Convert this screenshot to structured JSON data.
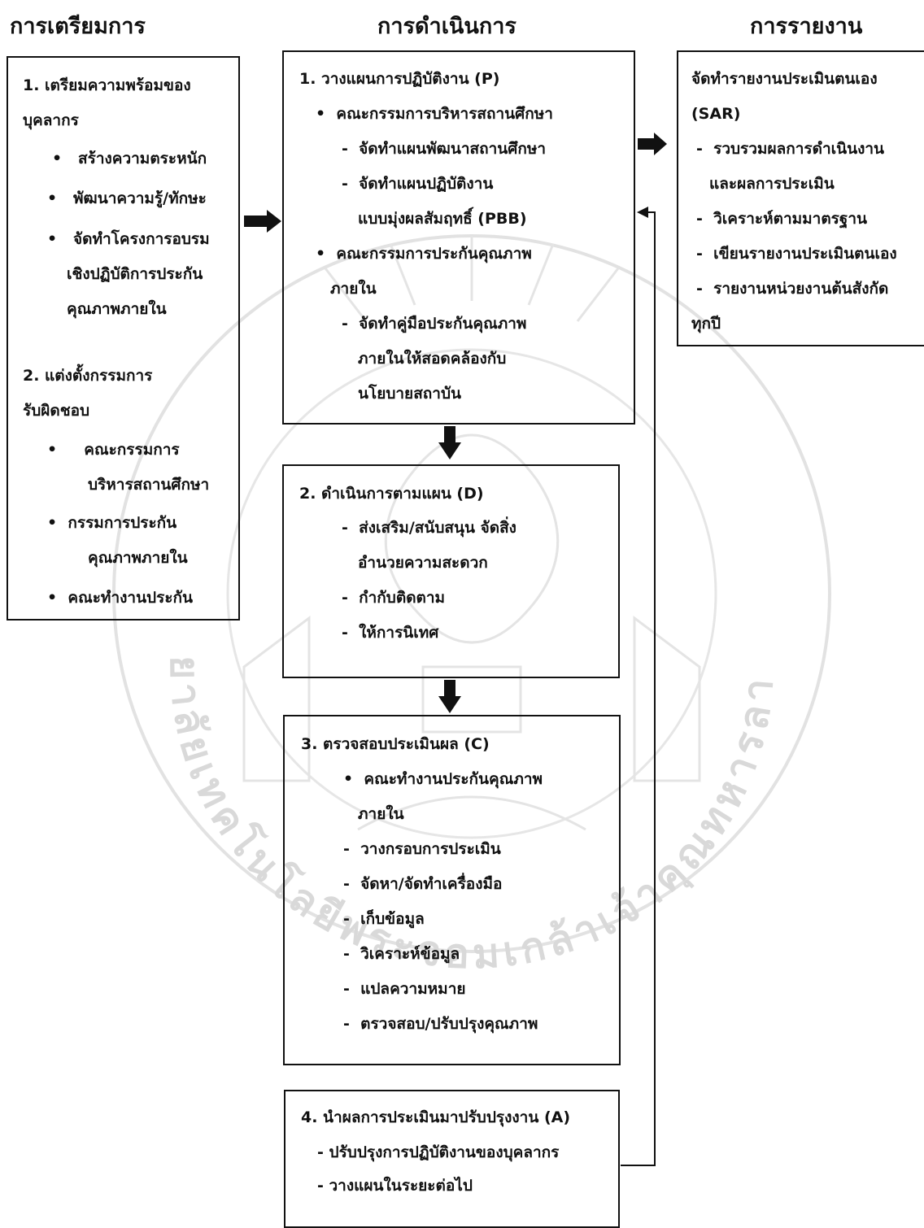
{
  "headers": {
    "preparation": "การเตรียมการ",
    "operation": "การดำเนินการ",
    "reporting": "การรายงาน"
  },
  "prep_box": {
    "lines": [
      "1. เตรียมความพร้อมของ",
      "บุคลากร",
      "สร้างความตระหนัก",
      "พัฒนาความรู้/ทักษะ",
      "จัดทำโครงการอบรม",
      "เชิงปฏิบัติการประกัน",
      "คุณภาพภายใน",
      "2. แต่งตั้งกรรมการ",
      "รับผิดชอบ",
      "คณะกรรมการ",
      "บริหารสถานศึกษา",
      "กรรมการประกัน",
      "คุณภาพภายใน",
      "คณะทำงานประกัน"
    ]
  },
  "plan_box": {
    "lines": [
      "1. วางแผนการปฏิบัติงาน (P)",
      "คณะกรรมการบริหารสถานศึกษา",
      "จัดทำแผนพัฒนาสถานศึกษา",
      "จัดทำแผนปฏิบัติงาน",
      "แบบมุ่งผลสัมฤทธิ์ (PBB)",
      "คณะกรรมการประกันคุณภาพ",
      "ภายใน",
      "จัดทำคู่มือประกันคุณภาพ",
      "ภายในให้สอดคล้องกับ",
      "นโยบายสถาบัน"
    ]
  },
  "do_box": {
    "lines": [
      "2. ดำเนินการตามแผน  (D)",
      "ส่งเสริม/สนับสนุน จัดสิ่ง",
      "อำนวยความสะดวก",
      "กำกับติดตาม",
      "ให้การนิเทศ"
    ]
  },
  "check_box": {
    "lines": [
      "3. ตรวจสอบประเมินผล  (C)",
      "คณะทำงานประกันคุณภาพ",
      "ภายใน",
      "วางกรอบการประเมิน",
      "จัดหา/จัดทำเครื่องมือ",
      "เก็บข้อมูล",
      "วิเคราะห์ข้อมูล",
      "แปลความหมาย",
      "ตรวจสอบ/ปรับปรุงคุณภาพ"
    ]
  },
  "act_box": {
    "lines": [
      "4. นำผลการประเมินมาปรับปรุงงาน (A)",
      "ปรับปรุงการปฏิบัติงานของบุคลากร",
      "วางแผนในระยะต่อไป"
    ]
  },
  "report_box": {
    "lines": [
      "จัดทำรายงานประเมินตนเอง",
      "(SAR)",
      "รวบรวมผลการดำเนินงาน",
      "และผลการประเมิน",
      "วิเคราะห์ตามมาตรฐาน",
      "เขียนรายงานประเมินตนเอง",
      "รายงานหน่วยงานต้นสังกัด",
      "ทุกปี"
    ]
  },
  "markers": {
    "bullet": "•",
    "dash": "-"
  },
  "watermark": {
    "text": "มหาวิทยาลัยเทคโนโลยีพระจอมเกล้าเจ้าคุณทหารลาดกระบัง"
  },
  "colors": {
    "ink": "#111111",
    "watermark": "#d9d9d9"
  }
}
